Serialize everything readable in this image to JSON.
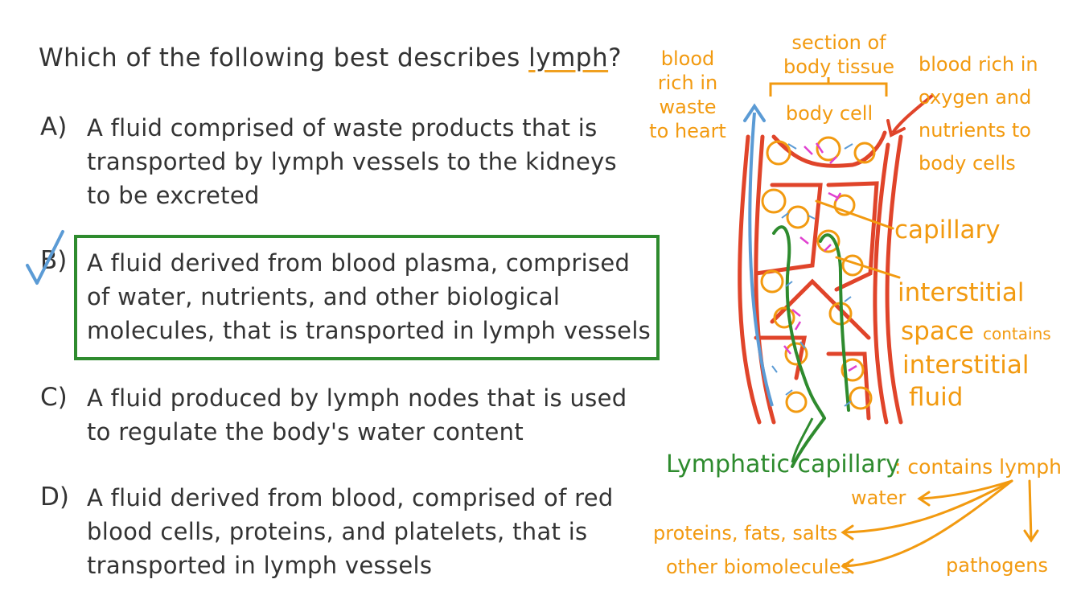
{
  "question": {
    "prefix": "Which of the following best describes ",
    "keyword": "lymph",
    "suffix": "?"
  },
  "options": [
    {
      "letter": "A)",
      "lines": [
        "A fluid comprised of waste products that is",
        "transported by lymph vessels to the kidneys",
        "to be excreted"
      ]
    },
    {
      "letter": "B)",
      "lines": [
        "A fluid derived from blood plasma, comprised",
        "of water, nutrients, and other biological",
        "molecules, that is transported in lymph vessels"
      ],
      "selected": true
    },
    {
      "letter": "C)",
      "lines": [
        "A fluid produced by lymph nodes that is used",
        "to regulate the body's water content"
      ]
    },
    {
      "letter": "D)",
      "lines": [
        "A fluid derived from blood, comprised of red",
        "blood cells, proteins, and platelets, that is",
        "transported in lymph vessels"
      ]
    }
  ],
  "diagram": {
    "blood_waste": [
      "blood",
      "rich in",
      "waste",
      "to heart"
    ],
    "section_of_tissue": [
      "section of",
      "body tissue"
    ],
    "blood_oxygen": [
      "blood rich in",
      "oxygen and",
      "nutrients to",
      "body cells"
    ],
    "body_cell": "body cell",
    "capillary": "capillary",
    "interstitial_space": "interstitial",
    "space": "space",
    "contains": "contains",
    "interstitial_fluid_1": "interstitial",
    "interstitial_fluid_2": "fluid",
    "lymphatic_capillary": "Lymphatic capillary",
    "contains_lymph": ": contains lymph",
    "water": "water",
    "proteins": "proteins, fats, salts",
    "biomolecules": "other biomolecules",
    "pathogens": "pathogens"
  },
  "colors": {
    "orange": "#f29a10",
    "green": "#2e8b2e",
    "red": "#e0442a",
    "blue": "#5b9bd5",
    "magenta": "#e040d0",
    "text": "#333333"
  }
}
